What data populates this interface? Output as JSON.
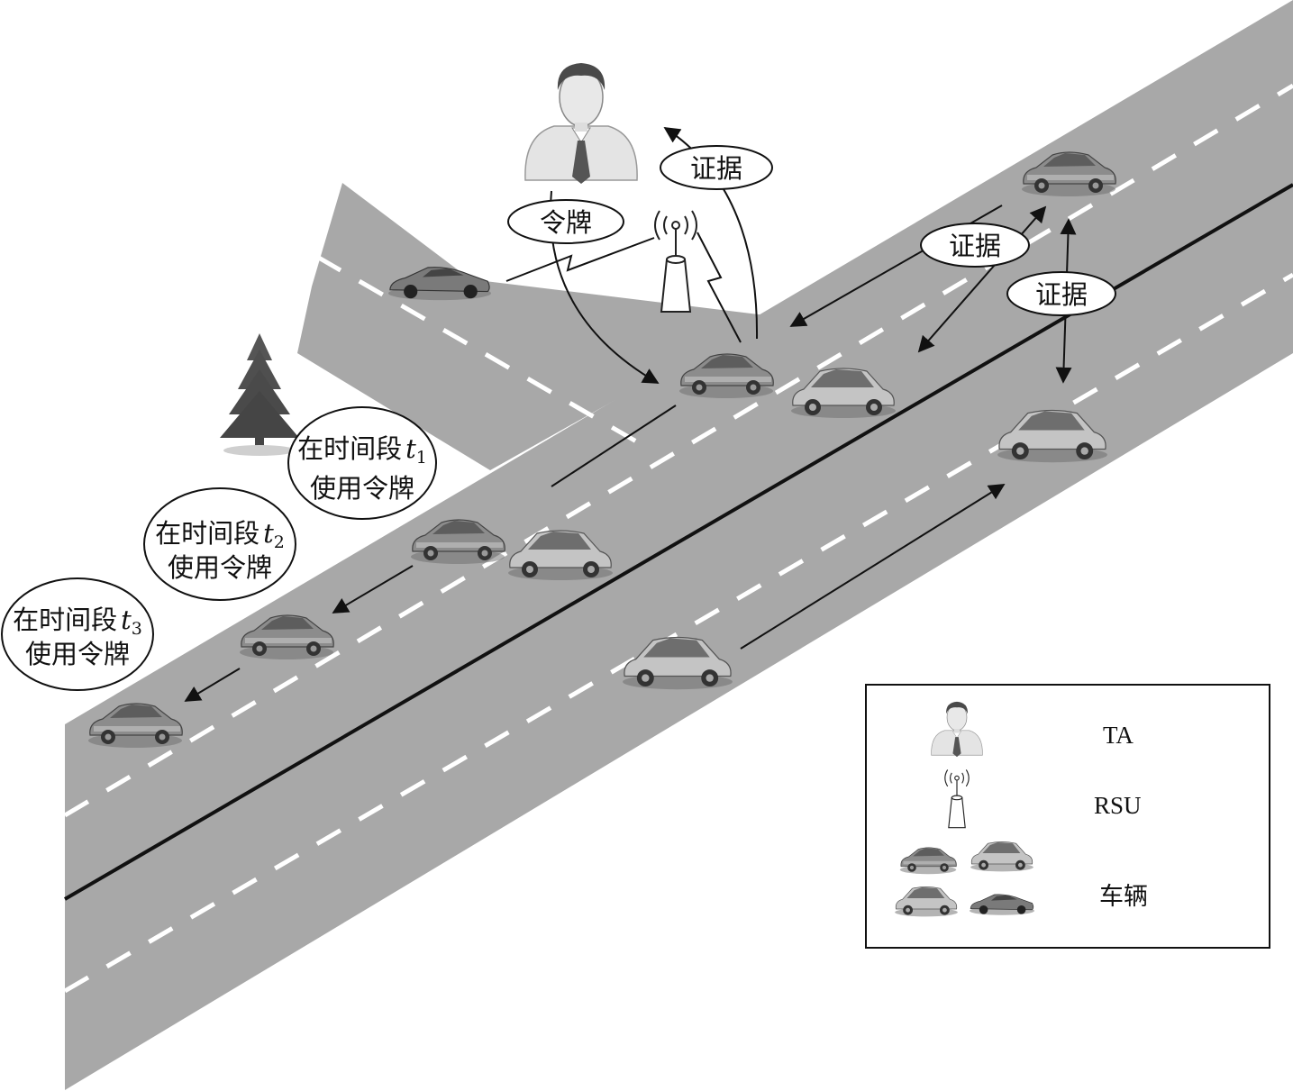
{
  "labels": {
    "token": "令牌",
    "evidence": "证据"
  },
  "periods": [
    {
      "line1": "在时间段",
      "var": "t",
      "sub": "1",
      "line2": "使用令牌"
    },
    {
      "line1": "在时间段",
      "var": "t",
      "sub": "2",
      "line2": "使用令牌"
    },
    {
      "line1": "在时间段",
      "var": "t",
      "sub": "3",
      "line2": "使用令牌"
    }
  ],
  "legend": {
    "ta": "TA",
    "rsu": "RSU",
    "vehicle": "车辆"
  },
  "colors": {
    "road": "#a8a8a8",
    "ink": "#111111",
    "dash": "#ffffff"
  }
}
